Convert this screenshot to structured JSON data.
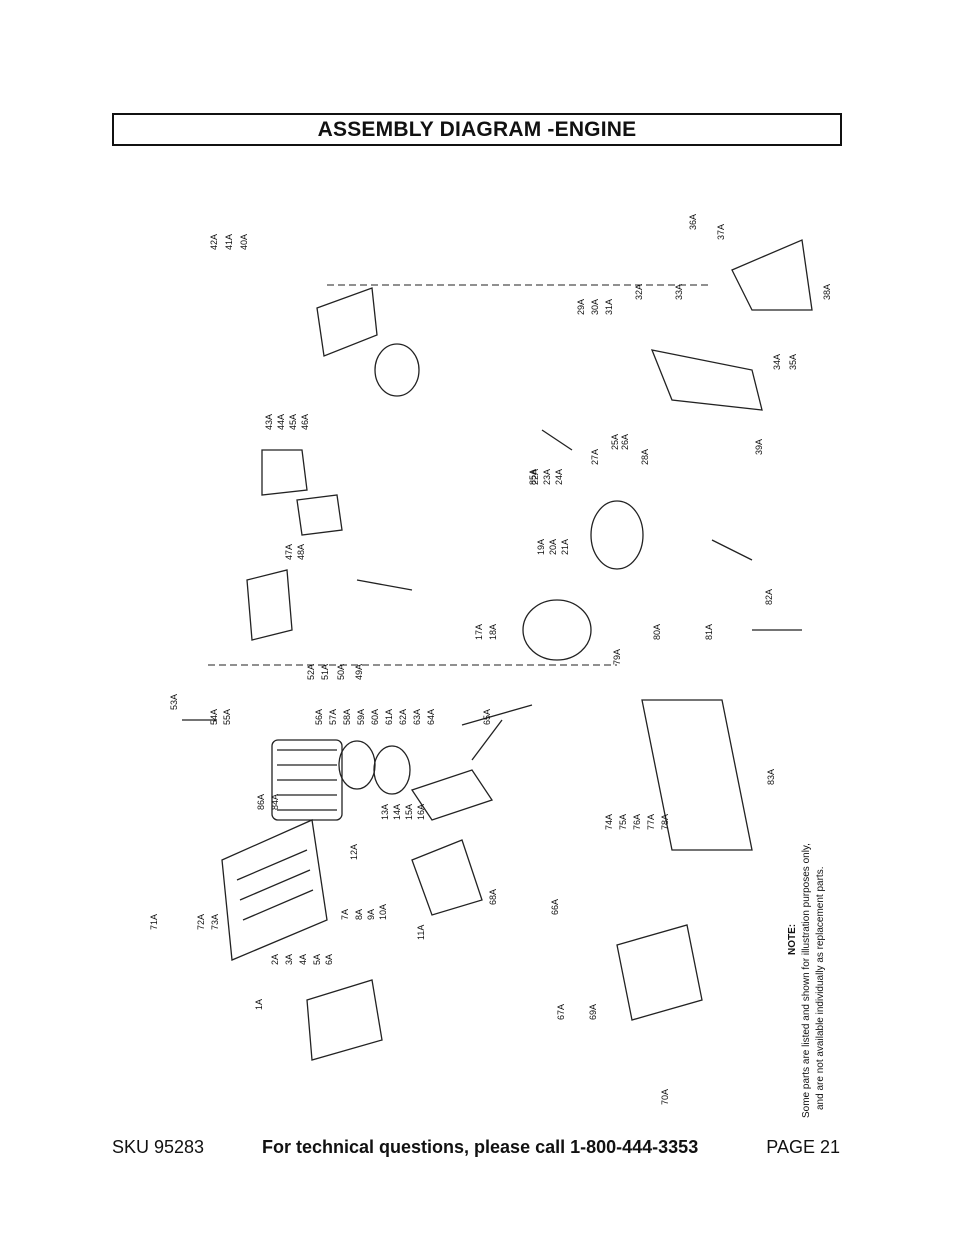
{
  "header": {
    "title": "ASSEMBLY DIAGRAM -ENGINE"
  },
  "note": {
    "heading": "NOTE:",
    "line1": "Some parts are listed and shown for illustration purposes only,",
    "line2": "and are not available individually as replacement parts."
  },
  "footer": {
    "sku": "SKU 95283",
    "tech": "For technical questions, please call 1-800-444-3353",
    "page": "PAGE 21"
  },
  "diagram": {
    "labels": [
      "42A",
      "41A",
      "40A",
      "43A",
      "44A",
      "45A",
      "46A",
      "47A",
      "48A",
      "52A",
      "51A",
      "50A",
      "49A",
      "53A",
      "54A",
      "55A",
      "56A",
      "57A",
      "58A",
      "59A",
      "60A",
      "61A",
      "62A",
      "63A",
      "64A",
      "65A",
      "17A",
      "18A",
      "19A",
      "20A",
      "21A",
      "22A",
      "23A",
      "24A",
      "85A",
      "25A",
      "26A",
      "27A",
      "28A",
      "29A",
      "30A",
      "31A",
      "32A",
      "33A",
      "34A",
      "35A",
      "36A",
      "37A",
      "38A",
      "39A",
      "79A",
      "80A",
      "81A",
      "82A",
      "83A",
      "74A",
      "75A",
      "76A",
      "77A",
      "78A",
      "86A",
      "84A",
      "13A",
      "14A",
      "15A",
      "16A",
      "12A",
      "71A",
      "72A",
      "73A",
      "2A",
      "3A",
      "4A",
      "5A",
      "6A",
      "7A",
      "8A",
      "9A",
      "10A",
      "11A",
      "1A",
      "68A",
      "66A",
      "67A",
      "69A",
      "70A"
    ]
  }
}
